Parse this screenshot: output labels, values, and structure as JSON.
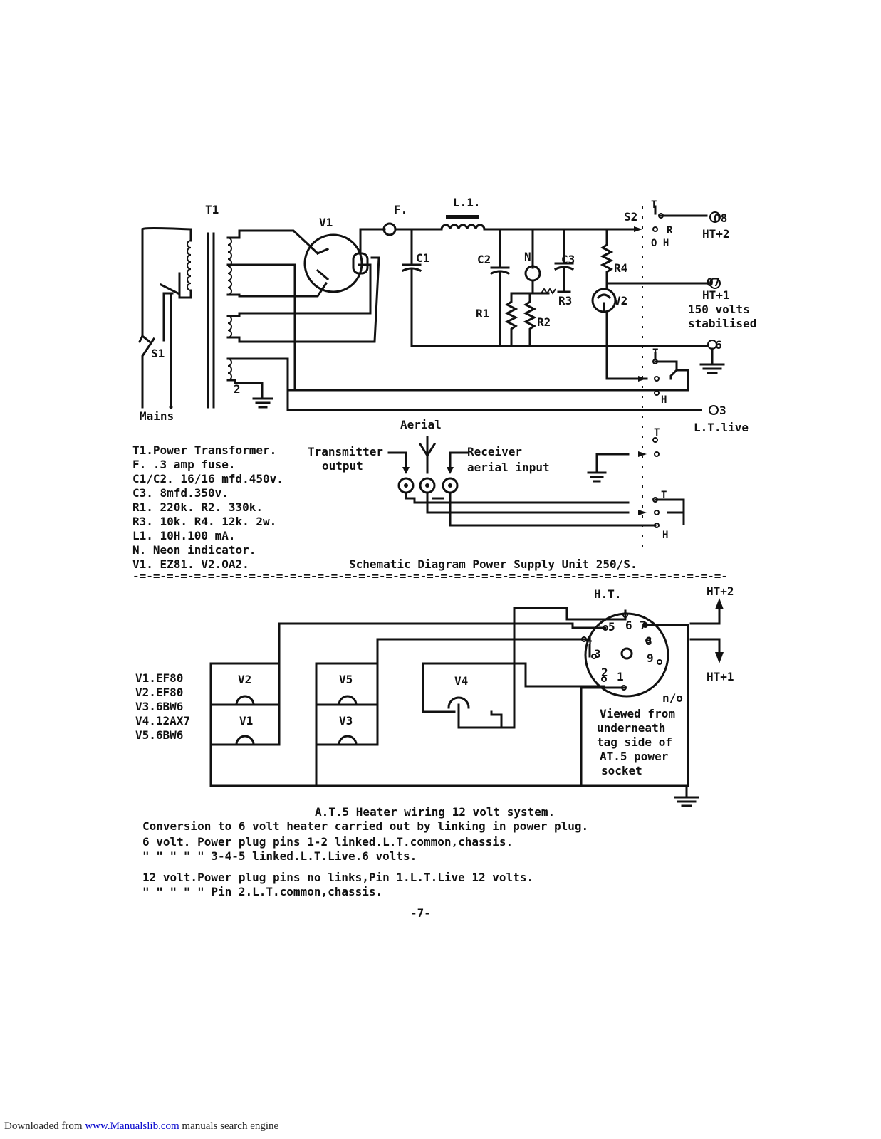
{
  "top": {
    "T1": "T1",
    "V1": "V1",
    "F": "F.",
    "L1": "L.1.",
    "S2": "S2",
    "T": "T",
    "R": "R",
    "OH": "O H",
    "HT2_num": "O8",
    "HT2": "HT+2",
    "C1": "C1",
    "C2": "C2",
    "N": "N",
    "C3": "C3",
    "R4": "R4",
    "HT1_num": "O7",
    "HT1": "HT+1",
    "v150": "150 volts",
    "stab": "stabilised",
    "R1": "R1",
    "R2": "R2",
    "R3": "R3",
    "V2": "V2",
    "six": "6",
    "S1": "S1",
    "two": "2",
    "three": "3",
    "mains": "Mains",
    "LTlive": "L.T.live",
    "H": "H",
    "aerial": "Aerial",
    "tx1": "Transmitter",
    "tx2": "output",
    "rx1": "Receiver",
    "rx2": "aerial input",
    "legend": [
      "T1.Power Transformer.",
      "F. .3 amp fuse.",
      "C1/C2. 16/16 mfd.450v.",
      "C3. 8mfd.350v.",
      "R1. 220k. R2. 330k.",
      "R3. 10k. R4. 12k. 2w.",
      "L1. 10H.100 mA.",
      "N. Neon indicator.",
      "V1. EZ81. V2.OA2."
    ],
    "caption": "Schematic Diagram Power Supply Unit 250/S.",
    "divider": "-=-=-=-=-=-=-=-=-=-=-=-=-=-=-=-=-=-=-=-=-=-=-=-=-=-=-=-=-=-=-=-=-=-=-=-=-=-=-=-=-=-=-=-"
  },
  "bottom": {
    "valves": [
      "V1.EF80",
      "V2.EF80",
      "V3.6BW6",
      "V4.12AX7",
      "V5.6BW6"
    ],
    "boxV2": "V2",
    "boxV5": "V5",
    "boxV4": "V4",
    "boxV1": "V1",
    "boxV3": "V3",
    "HT": "H.T.",
    "pin5": "5",
    "pin6": "6",
    "pin7": "7",
    "pin4": "4",
    "pin8": "8",
    "pin3": "3",
    "pin9": "9",
    "pin2": "2",
    "pin1": "1",
    "HT2": "HT+2",
    "HT1": "HT+1",
    "no": "n/o",
    "viewed": [
      "Viewed from",
      "underneath",
      "tag side of",
      "AT.5 power",
      "socket"
    ],
    "caption": "A.T.5 Heater wiring 12 volt system.",
    "notes": [
      "Conversion to 6 volt heater carried out by linking in power plug.",
      "6 volt. Power plug pins 1-2 linked.L.T.common,chassis.",
      "\"   \"     \"      \"     \"   3-4-5 linked.L.T.Live.6 volts.",
      "12 volt.Power plug pins no links,Pin 1.L.T.Live 12 volts.",
      "\"     \"     \"      \"     \"  Pin 2.L.T.common,chassis."
    ]
  },
  "page_number": "-7-",
  "footer": {
    "prefix": "Downloaded from ",
    "link": "www.Manualslib.com",
    "suffix": " manuals search engine"
  }
}
